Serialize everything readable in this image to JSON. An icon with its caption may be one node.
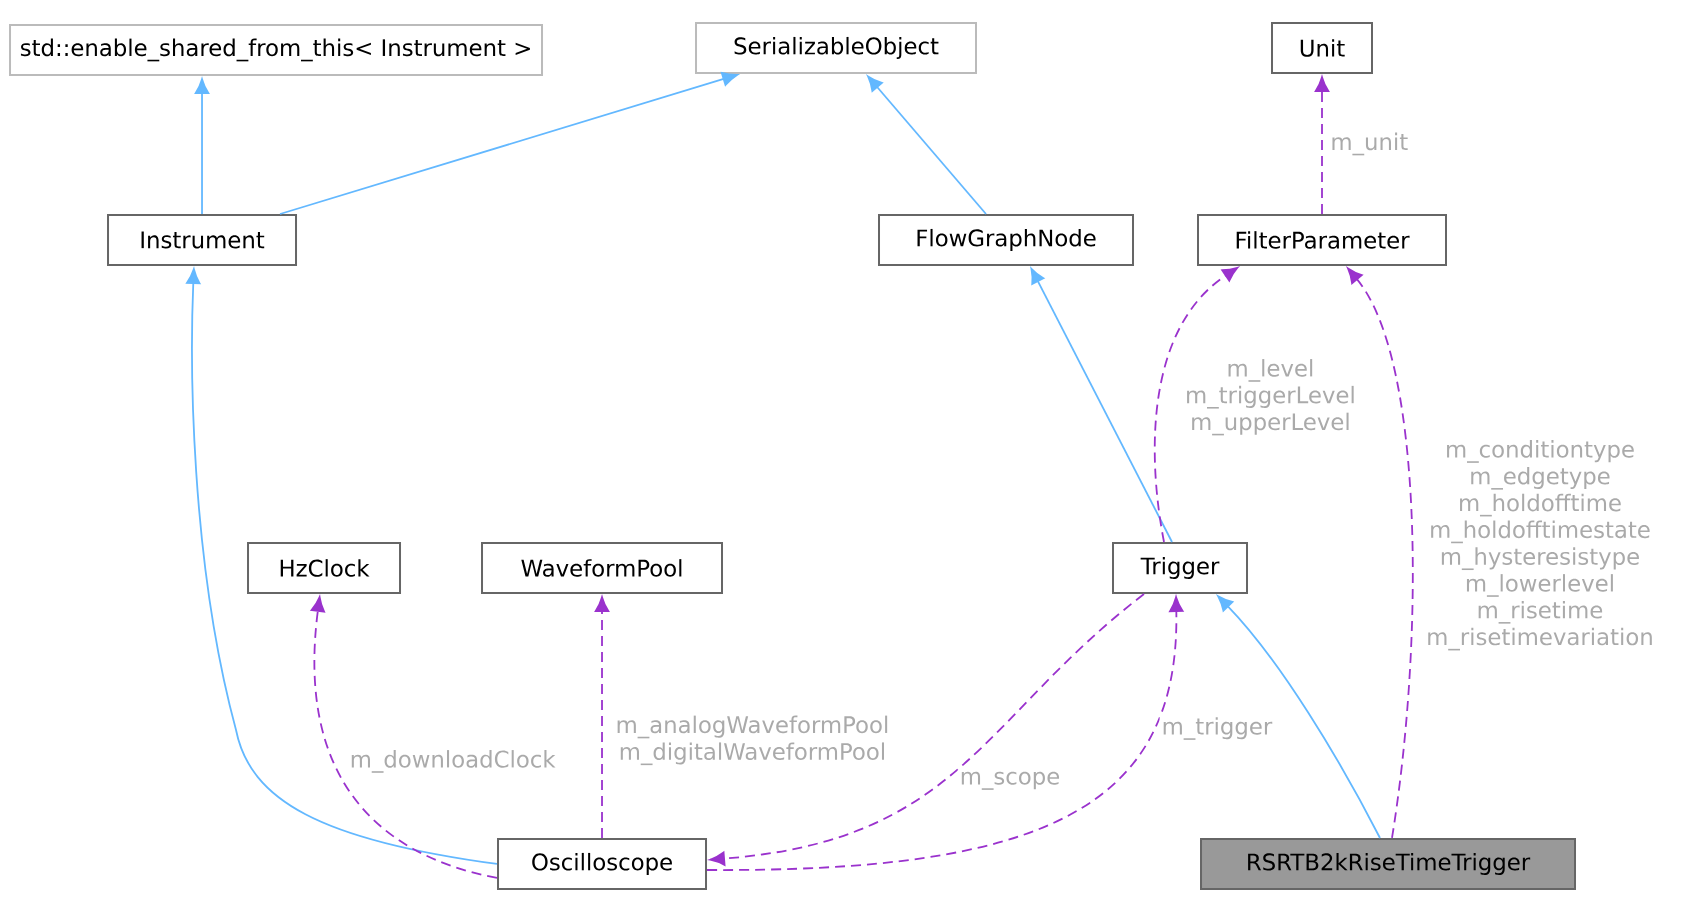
{
  "diagram": {
    "nodes": [
      {
        "text": [
          "std::enable_shared_from_this< Instrument >"
        ]
      },
      {
        "text": [
          "SerializableObject"
        ]
      },
      {
        "text": [
          "Unit"
        ]
      },
      {
        "text": [
          "Instrument"
        ]
      },
      {
        "text": [
          "FlowGraphNode"
        ]
      },
      {
        "text": [
          "FilterParameter"
        ]
      },
      {
        "text": [
          "HzClock"
        ]
      },
      {
        "text": [
          "WaveformPool"
        ]
      },
      {
        "text": [
          "Trigger"
        ]
      },
      {
        "text": [
          "Oscilloscope"
        ]
      },
      {
        "text": [
          "RSRTB2kRiseTimeTrigger"
        ]
      }
    ],
    "edges": [
      {
        "from": 3,
        "to": 0,
        "arrow": "to",
        "color": "#63b8ff"
      },
      {
        "from": 3,
        "to": 1,
        "arrow": "to",
        "color": "#63b8ff"
      },
      {
        "from": 4,
        "to": 1,
        "arrow": "to",
        "color": "#63b8ff"
      },
      {
        "from": 9,
        "to": 3,
        "arrow": "to",
        "color": "#63b8ff"
      },
      {
        "from": 8,
        "to": 4,
        "arrow": "to",
        "color": "#63b8ff"
      },
      {
        "from": 10,
        "to": 8,
        "arrow": "to",
        "color": "#63b8ff"
      },
      {
        "from": 5,
        "to": 2,
        "arrow": "to",
        "label": "m_unit",
        "style": "dashed",
        "color": "#9a32cd"
      },
      {
        "from": 8,
        "to": 5,
        "arrow": "to",
        "label": "m_level m_triggerLevel m_upperLevel",
        "style": "dashed",
        "color": "#9a32cd"
      },
      {
        "from": 10,
        "to": 5,
        "arrow": "to",
        "label": "m_conditiontype m_edgetype m_holdofftime m_holdofftimestate m_hysteresistype m_lowerlevel m_risetime m_risetimevariation",
        "style": "dashed",
        "color": "#9a32cd"
      },
      {
        "from": 9,
        "to": 6,
        "arrow": "to",
        "label": "m_downloadClock",
        "style": "dashed",
        "color": "#9a32cd"
      },
      {
        "from": 9,
        "to": 7,
        "arrow": "to",
        "label": "m_analogWaveformPool m_digitalWaveformPool",
        "style": "dashed",
        "color": "#9a32cd"
      },
      {
        "from": 8,
        "to": 9,
        "arrow": "to",
        "label": "m_scope",
        "style": "dashed",
        "color": "#9a32cd"
      },
      {
        "from": 9,
        "to": 8,
        "arrow": "to",
        "label": "m_trigger",
        "style": "dashed",
        "color": "#9a32cd"
      }
    ]
  }
}
